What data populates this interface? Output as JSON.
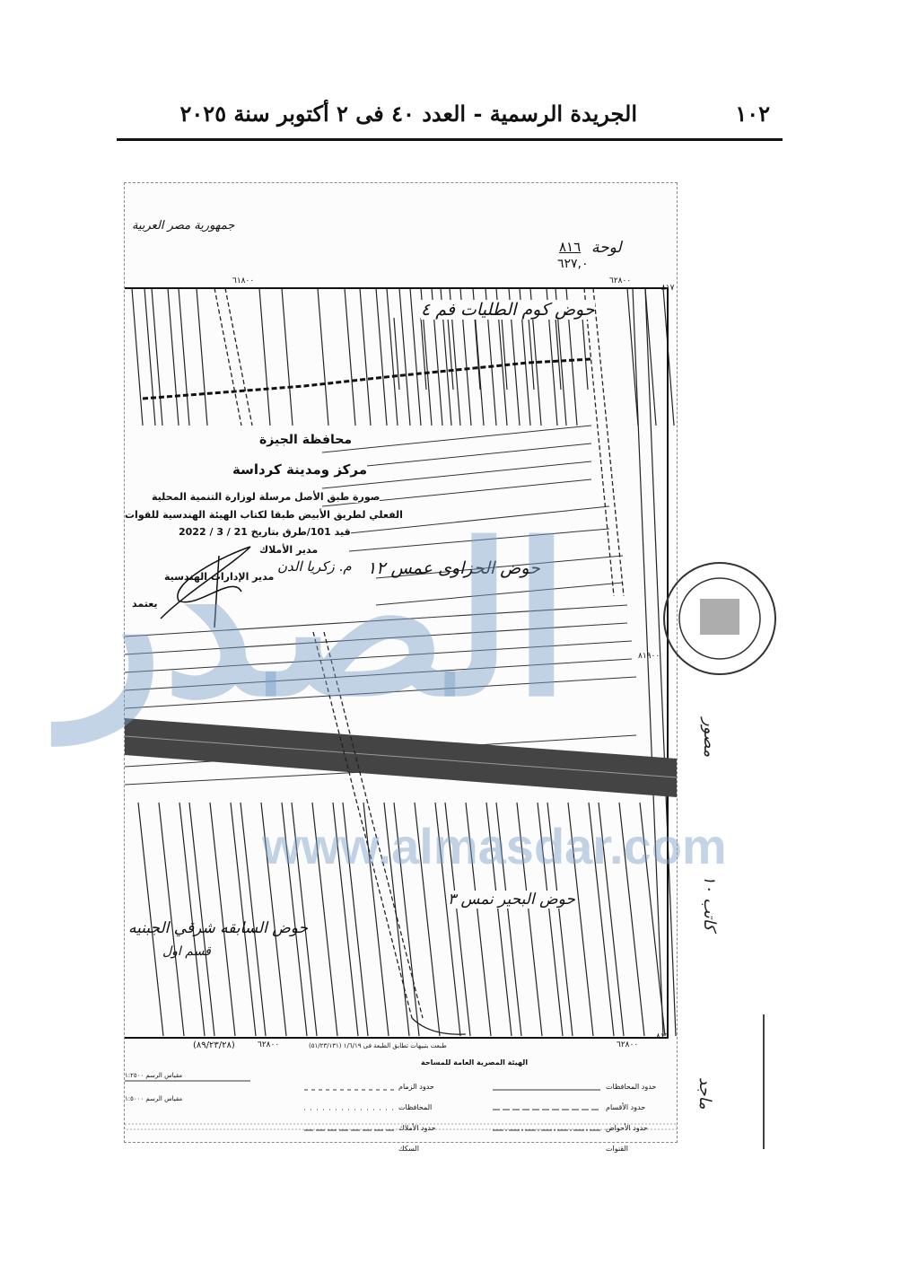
{
  "header": {
    "page_number": "١٠٢",
    "issue_line": "الجريدة الرسمية - العدد ٤٠ فى ٢ أكتوبر سنة ٢٠٢٥"
  },
  "map": {
    "republic": "جمهورية مصر العربية",
    "sheet_label": "لوحة",
    "sheet_num_top": "٨١٦",
    "sheet_num_bottom": "٦٢٧,٠",
    "coord_top_left": "٦١٨٠٠",
    "coord_top_right": "٦٢٨٠٠",
    "coord_bottom_left": "٦٢٨٠٠",
    "coord_bottom_right": "٦٢٨٠٠",
    "edge_top": "٨١٧",
    "edge_mid": "٨١٩٠٠",
    "edge_bottom": "٨١٦",
    "basins": [
      "حوض كوم الطليات فم ٤",
      "حوض الحزاوى عمس ١٢",
      "حوض البحير نمس ٣",
      "حوض السابقه شرقي الجبنيه",
      "قسم اول"
    ],
    "ref_code": "(٨٩/٢٣/٢٨)",
    "print_note": "طبعت بتبيهات تطابق الطبعة فى ١/٦/١٩ (٥١/٢٣/١٣١)",
    "authority": "الهيئة المصرية العامة للمساحة",
    "legend": [
      "حدود المحافظات",
      "حدود الأقسام",
      "حدود الأحواض",
      "القنوات",
      "حدود الزمام",
      "المحافظات",
      "حدود الأملاك",
      "السكك"
    ],
    "scale_1": "مقياس الرسم ١:٢٥٠٠",
    "scale_2": "مقياس الرسم ١:٥٠٠٠"
  },
  "certification": {
    "governorate": "محافظة الجيزة",
    "center": "مركز ومدينة كرداسة",
    "line1": "صورة طبق الأصل مرسلة لوزارة التنمية المحلية",
    "line2": "الفعلي لطريق الأبيض طبقا لكتاب الهيئة الهندسية للقوات",
    "line3": "قيد 101/طرق بتاريخ 21 / 3 / 2022",
    "property_manager": "مدير الأملاك",
    "property_manager_name": "م. زكريا الدن",
    "eng_manager": "مدير الإدارات الهندسية",
    "approved": "يعتمد"
  },
  "watermark": {
    "logo_text": "الصدر",
    "url": "www.almasdar.com"
  },
  "margin_notes": [
    "مصور",
    "كاتب ١٠",
    "ماجد"
  ]
}
